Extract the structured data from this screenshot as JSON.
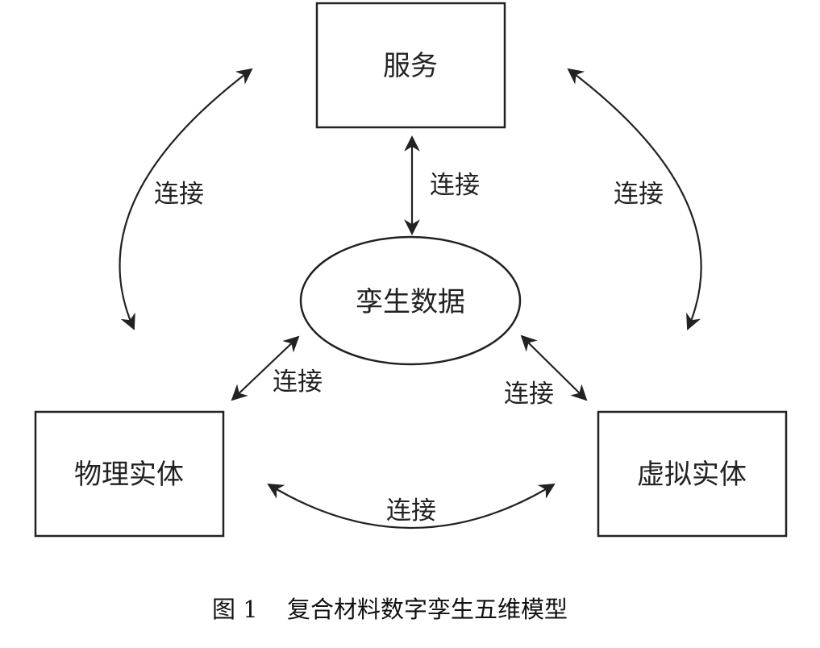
{
  "nodes": {
    "service": "服务",
    "twin_data": "孪生数据",
    "physical_entity": "物理实体",
    "virtual_entity": "虚拟实体"
  },
  "edges": {
    "service_physical": "连接",
    "service_twin": "连接",
    "service_virtual": "连接",
    "twin_physical": "连接",
    "twin_virtual": "连接",
    "physical_virtual": "连接"
  },
  "caption": {
    "figure_number": "图 1",
    "title": "复合材料数字孪生五维模型"
  }
}
